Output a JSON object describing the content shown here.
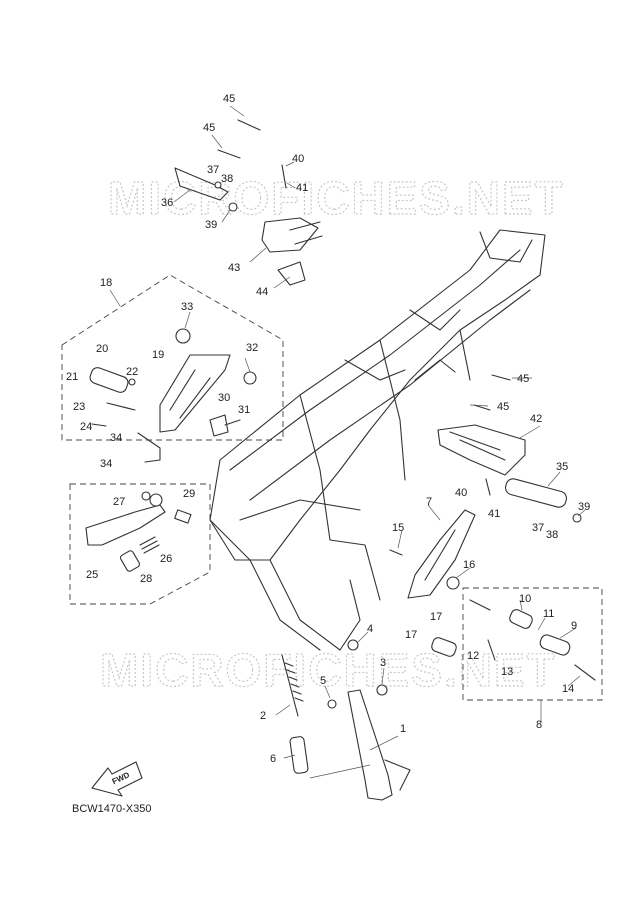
{
  "diagram": {
    "reference_code": "BCW1470-X350",
    "watermark": "MICROFICHES.NET",
    "fwd_label": "FWD",
    "callouts": [
      "45",
      "45",
      "40",
      "41",
      "37",
      "38",
      "36",
      "39",
      "43",
      "44",
      "18",
      "33",
      "20",
      "19",
      "32",
      "21",
      "22",
      "23",
      "30",
      "31",
      "24",
      "34",
      "34",
      "42",
      "45",
      "45",
      "35",
      "39",
      "40",
      "41",
      "37",
      "38",
      "7",
      "15",
      "16",
      "29",
      "27",
      "26",
      "25",
      "28",
      "17",
      "17",
      "10",
      "11",
      "9",
      "12",
      "13",
      "14",
      "8",
      "4",
      "3",
      "5",
      "2",
      "1",
      "6"
    ]
  }
}
